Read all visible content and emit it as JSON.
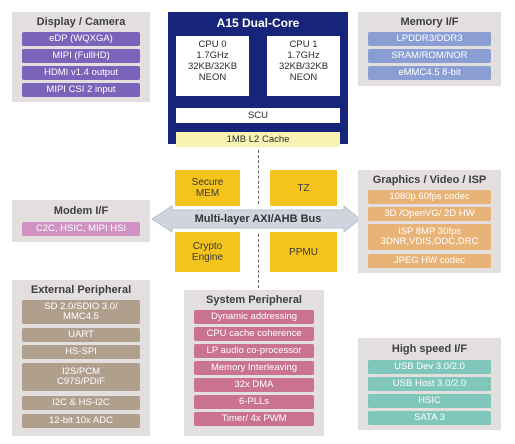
{
  "display_camera": {
    "title": "Display / Camera",
    "items": [
      "eDP (WQXGA)",
      "MIPI (FullHD)",
      "HDMI v1.4 output",
      "MIPI CSI 2 input"
    ]
  },
  "a15": {
    "title": "A15 Dual-Core",
    "cpu0": "CPU 0\n1.7GHz\n32KB/32KB\nNEON",
    "cpu1": "CPU 1\n1.7GHz\n32KB/32KB\nNEON",
    "scu": "SCU",
    "l2": "1MB L2 Cache"
  },
  "memory_if": {
    "title": "Memory I/F",
    "items": [
      "LPDDR3/DDR3",
      "SRAM/ROM/NOR",
      "eMMC4.5 8-bit"
    ]
  },
  "center": {
    "secure_mem": "Secure\nMEM",
    "tz": "TZ",
    "crypto": "Crypto\nEngine",
    "ppmu": "PPMU",
    "bus": "Multi-layer AXI/AHB Bus"
  },
  "modem_if": {
    "title": "Modem I/F",
    "items": [
      "C2C, HSIC, MIPI HSI"
    ]
  },
  "graphics": {
    "title": "Graphics / Video / ISP",
    "items": [
      "1080p 60fps codec",
      "3D /OpenVG/ 2D HW",
      "ISP 8MP 30fps\n3DNR,VDIS,ODC,DRC",
      "JPEG HW codec"
    ]
  },
  "external": {
    "title": "External Peripheral",
    "items": [
      "SD 2.0/SDIO 3.0/\nMMC4.5",
      "UART",
      "HS-SPI",
      "I2S/PCM\nC97S/PDIF",
      "I2C & HS-I2C",
      "12-bit 10x ADC"
    ]
  },
  "system": {
    "title": "System Peripheral",
    "items": [
      "Dynamic addressing",
      "CPU cache coherence",
      "LP audio co-processor",
      "Memory Interleaving",
      "32x DMA",
      "6-PLLs",
      "Timer/ 4x PWM"
    ]
  },
  "highspeed": {
    "title": "High speed I/F",
    "items": [
      "USB Dev 3.0/2.0",
      "USB Host 3.0/2.0",
      "HSIC",
      "SATA 3"
    ]
  },
  "colors": {
    "a15_bg": "#16257a",
    "purple": "#7a63b9",
    "blue": "#8a9ed3",
    "pink": "#cf92c2",
    "orange": "#e7b377",
    "taupe": "#b19f8e",
    "rose": "#c9738e",
    "teal": "#80c7bb",
    "yellow": "#f4c41a",
    "panel": "#e2dfde"
  }
}
